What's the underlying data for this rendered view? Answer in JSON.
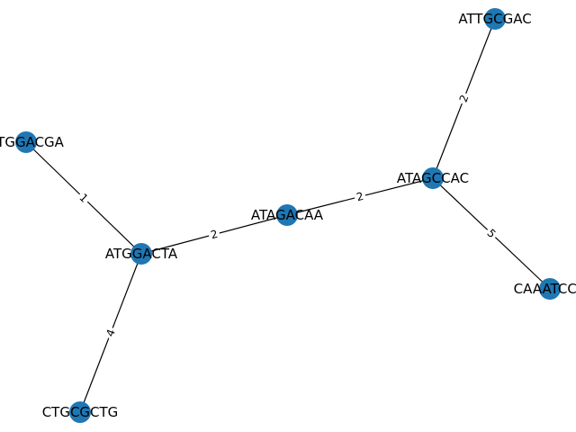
{
  "graph": {
    "colors": {
      "node": "#1f77b4",
      "edge": "#000000",
      "label": "#000000",
      "background": "#ffffff"
    },
    "nodes": [
      {
        "id": "n1",
        "label": "ATTGCGAC"
      },
      {
        "id": "n2",
        "label": "ATGGACGA"
      },
      {
        "id": "n3",
        "label": "ATAGCCAC"
      },
      {
        "id": "n4",
        "label": "ATAGACAA"
      },
      {
        "id": "n5",
        "label": "ATGGACTA"
      },
      {
        "id": "n6",
        "label": "CAAATCCC"
      },
      {
        "id": "n7",
        "label": "CTGCGCTG"
      }
    ],
    "edges": [
      {
        "id": "e1",
        "source": "n1",
        "target": "n3",
        "weight": "2"
      },
      {
        "id": "e2",
        "source": "n2",
        "target": "n5",
        "weight": "1"
      },
      {
        "id": "e3",
        "source": "n4",
        "target": "n3",
        "weight": "2"
      },
      {
        "id": "e4",
        "source": "n5",
        "target": "n4",
        "weight": "2"
      },
      {
        "id": "e5",
        "source": "n3",
        "target": "n6",
        "weight": "5"
      },
      {
        "id": "e6",
        "source": "n5",
        "target": "n7",
        "weight": "4"
      }
    ]
  }
}
